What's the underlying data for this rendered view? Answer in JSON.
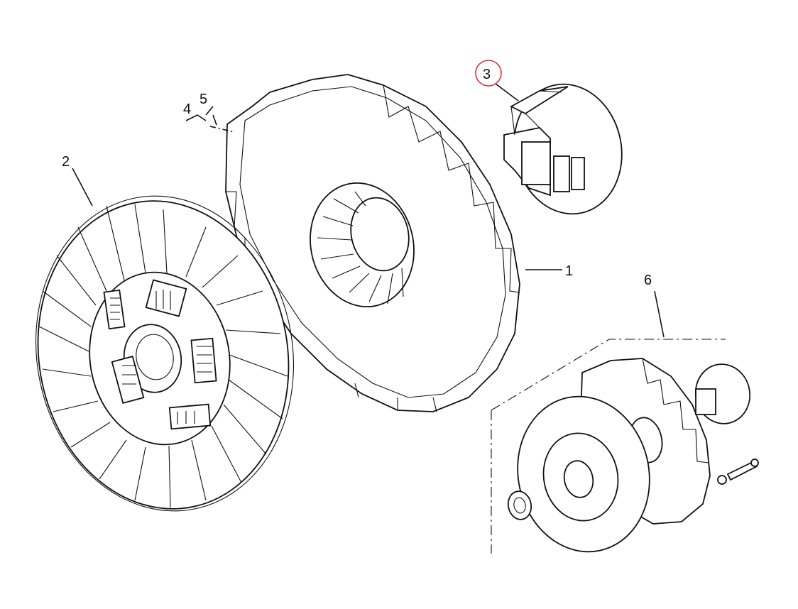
{
  "callouts": [
    {
      "id": "1",
      "text": "1"
    },
    {
      "id": "2",
      "text": "2"
    },
    {
      "id": "3",
      "text": "3"
    },
    {
      "id": "4",
      "text": "4"
    },
    {
      "id": "5",
      "text": "5"
    },
    {
      "id": "6",
      "text": "6"
    }
  ],
  "highlight": {
    "callout": "3",
    "color": "#e0303a"
  },
  "line_color": "#111111"
}
